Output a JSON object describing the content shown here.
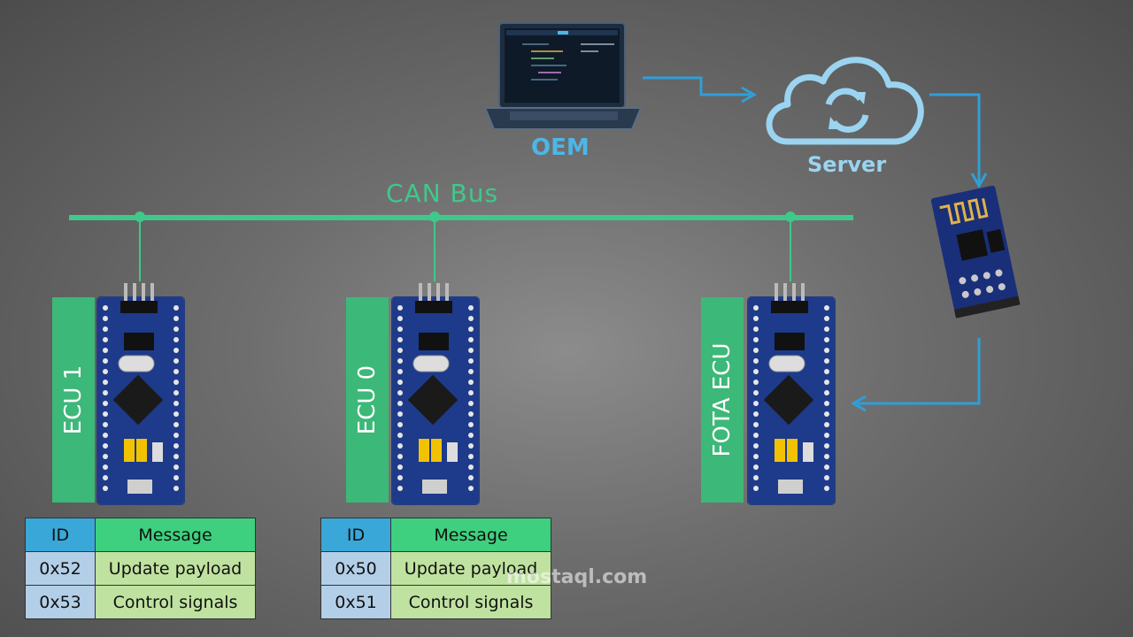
{
  "labels": {
    "oem": "OEM",
    "server": "Server",
    "can_bus": "CAN Bus"
  },
  "ecus": [
    {
      "name": "ECU 1"
    },
    {
      "name": "ECU 0"
    },
    {
      "name": "FOTA ECU"
    }
  ],
  "tables": [
    {
      "header": {
        "id": "ID",
        "message": "Message"
      },
      "rows": [
        {
          "id": "0x52",
          "message": "Update payload"
        },
        {
          "id": "0x53",
          "message": "Control signals"
        }
      ]
    },
    {
      "header": {
        "id": "ID",
        "message": "Message"
      },
      "rows": [
        {
          "id": "0x50",
          "message": "Update payload"
        },
        {
          "id": "0x51",
          "message": "Control signals"
        }
      ]
    }
  ],
  "watermark": "mostaql.com",
  "colors": {
    "can_bus": "#3ec98a",
    "ecu_tab": "#3cb878",
    "arrows": "#2f9fd8",
    "cloud": "#9ad4f0",
    "table_header_id": "#3aa7d9",
    "table_header_message": "#3ed07e",
    "table_cell_id": "#b3cfe8",
    "table_cell_message": "#bfe2a0"
  },
  "icons": {
    "oem": "laptop-icon",
    "server": "cloud-sync-icon",
    "wifi_module": "wifi-module-icon",
    "board": "microcontroller-board-icon"
  }
}
